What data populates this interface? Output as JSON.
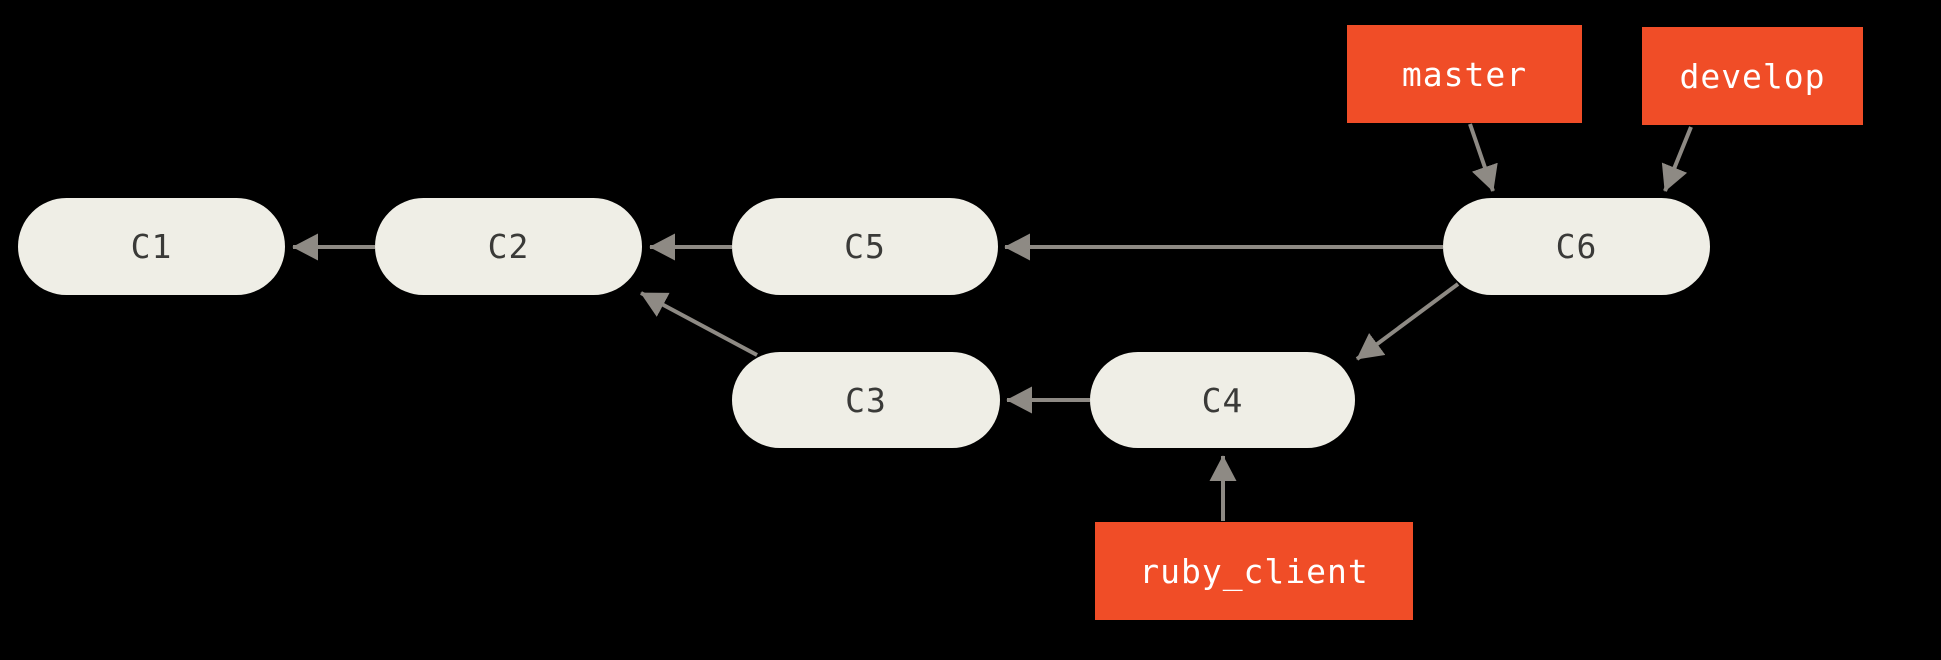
{
  "diagram": {
    "colors": {
      "background": "#000000",
      "node_fill": "#EFEEE6",
      "node_text": "#3A3A38",
      "arrow": "#8E8A84",
      "branch_fill": "#F04D27",
      "branch_text": "#FFFFFF"
    },
    "commits": [
      {
        "label": "C1"
      },
      {
        "label": "C2"
      },
      {
        "label": "C3"
      },
      {
        "label": "C4"
      },
      {
        "label": "C5"
      },
      {
        "label": "C6"
      }
    ],
    "branches": [
      {
        "label": "master",
        "points_to": "C6"
      },
      {
        "label": "develop",
        "points_to": "C6"
      },
      {
        "label": "ruby_client",
        "points_to": "C4"
      }
    ],
    "edges": [
      {
        "from": "C2",
        "to": "C1"
      },
      {
        "from": "C5",
        "to": "C2"
      },
      {
        "from": "C6",
        "to": "C5"
      },
      {
        "from": "C3",
        "to": "C2"
      },
      {
        "from": "C4",
        "to": "C3"
      },
      {
        "from": "C6",
        "to": "C4"
      }
    ]
  }
}
